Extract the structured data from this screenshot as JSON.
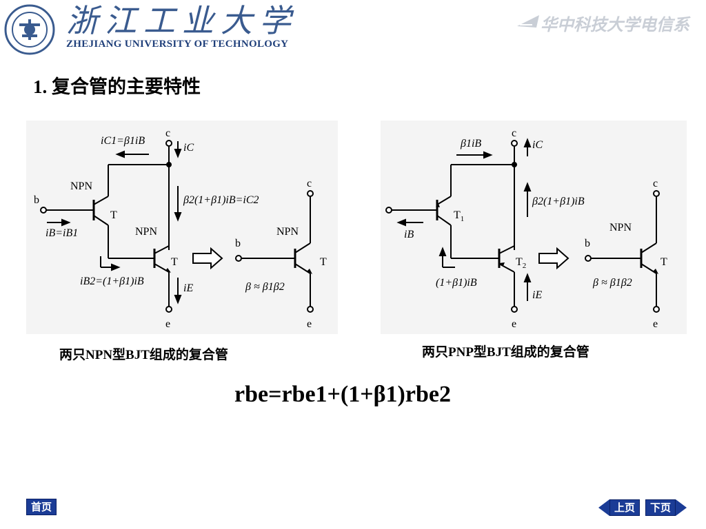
{
  "header": {
    "university_cn": "浙江工业大学",
    "university_en": "ZHEJIANG UNIVERSITY OF TECHNOLOGY",
    "partner": "华中科技大学电信系"
  },
  "section": {
    "title": "1. 复合管的主要特性"
  },
  "diagram_npn": {
    "caption": "两只NPN型BJT组成的复合管",
    "labels": {
      "b": "b",
      "c": "c",
      "e": "e",
      "npn": "NPN",
      "t1": "T",
      "t2": "T",
      "t": "T",
      "ic1": "iC1=β1iB",
      "ic": "iC",
      "ib": "iB=iB1",
      "beta2": "β2(1+β1)iB=iC2",
      "ib2": "iB2=(1+β1)iB",
      "ie": "iE",
      "approx": "β ≈ β1β2"
    }
  },
  "diagram_pnp": {
    "caption": "两只PNP型BJT组成的复合管",
    "labels": {
      "b": "b",
      "c": "c",
      "e": "e",
      "npn": "NPN",
      "b1ib": "β1iB",
      "ic": "iC",
      "ib": "iB",
      "beta2": "β2(1+β1)iB",
      "b1": "(1+β1)iB",
      "ie": "iE",
      "approx": "β ≈ β1β2"
    }
  },
  "formula": {
    "text": "rbe=rbe1+(1+β1)rbe2"
  },
  "nav": {
    "home": "首页",
    "prev": "上页",
    "next": "下页"
  }
}
